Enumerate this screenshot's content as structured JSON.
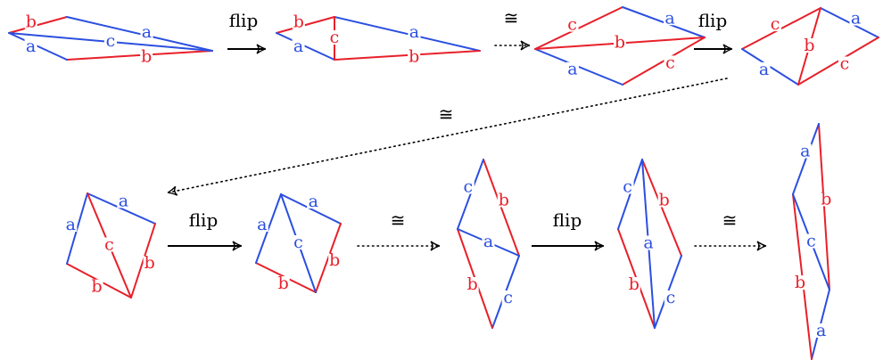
{
  "colors": {
    "red": "#e8202a",
    "blue": "#2b4fe0",
    "arrow": "#000000"
  },
  "edge_labels": {
    "a": "a",
    "b": "b",
    "c": "c"
  },
  "ops": {
    "flip": "flip",
    "congruent": "≅"
  },
  "panels": [
    {
      "name": "panel-1",
      "edges": [
        {
          "label": "b",
          "color": "red"
        },
        {
          "label": "a",
          "color": "blue"
        },
        {
          "label": "b",
          "color": "red"
        },
        {
          "label": "a",
          "color": "blue"
        },
        {
          "label": "c",
          "color": "blue"
        }
      ]
    },
    {
      "name": "panel-2",
      "edges": [
        {
          "label": "b",
          "color": "red"
        },
        {
          "label": "a",
          "color": "blue"
        },
        {
          "label": "b",
          "color": "red"
        },
        {
          "label": "a",
          "color": "blue"
        },
        {
          "label": "c",
          "color": "red"
        }
      ]
    },
    {
      "name": "panel-3",
      "edges": [
        {
          "label": "c",
          "color": "red"
        },
        {
          "label": "a",
          "color": "blue"
        },
        {
          "label": "c",
          "color": "red"
        },
        {
          "label": "a",
          "color": "blue"
        },
        {
          "label": "b",
          "color": "red"
        }
      ]
    },
    {
      "name": "panel-4",
      "edges": [
        {
          "label": "c",
          "color": "red"
        },
        {
          "label": "a",
          "color": "blue"
        },
        {
          "label": "c",
          "color": "red"
        },
        {
          "label": "a",
          "color": "blue"
        },
        {
          "label": "b",
          "color": "red"
        }
      ]
    },
    {
      "name": "panel-5",
      "edges": [
        {
          "label": "a",
          "color": "blue"
        },
        {
          "label": "b",
          "color": "red"
        },
        {
          "label": "b",
          "color": "red"
        },
        {
          "label": "a",
          "color": "blue"
        },
        {
          "label": "c",
          "color": "red"
        }
      ]
    },
    {
      "name": "panel-6",
      "edges": [
        {
          "label": "a",
          "color": "blue"
        },
        {
          "label": "b",
          "color": "red"
        },
        {
          "label": "b",
          "color": "red"
        },
        {
          "label": "a",
          "color": "blue"
        },
        {
          "label": "c",
          "color": "blue"
        }
      ]
    },
    {
      "name": "panel-7",
      "edges": [
        {
          "label": "b",
          "color": "red"
        },
        {
          "label": "c",
          "color": "blue"
        },
        {
          "label": "b",
          "color": "red"
        },
        {
          "label": "c",
          "color": "blue"
        },
        {
          "label": "a",
          "color": "blue"
        }
      ]
    },
    {
      "name": "panel-8",
      "edges": [
        {
          "label": "b",
          "color": "red"
        },
        {
          "label": "c",
          "color": "blue"
        },
        {
          "label": "b",
          "color": "red"
        },
        {
          "label": "c",
          "color": "blue"
        },
        {
          "label": "a",
          "color": "blue"
        }
      ]
    },
    {
      "name": "panel-9",
      "edges": [
        {
          "label": "b",
          "color": "red"
        },
        {
          "label": "a",
          "color": "blue"
        },
        {
          "label": "b",
          "color": "red"
        },
        {
          "label": "a",
          "color": "blue"
        },
        {
          "label": "c",
          "color": "blue"
        }
      ]
    }
  ],
  "transitions": [
    {
      "type": "flip"
    },
    {
      "type": "congruent"
    },
    {
      "type": "flip"
    },
    {
      "type": "congruent"
    },
    {
      "type": "flip"
    },
    {
      "type": "congruent"
    },
    {
      "type": "flip"
    },
    {
      "type": "congruent"
    }
  ]
}
